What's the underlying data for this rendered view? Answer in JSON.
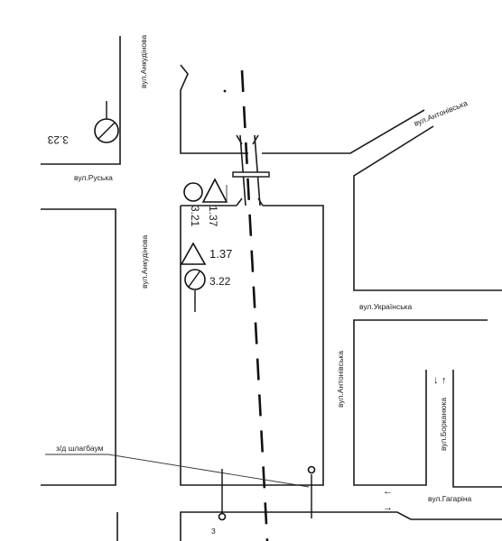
{
  "streets": {
    "ankudinova_top": "вул.Анкудінова",
    "ruska": "вул.Руська",
    "ankudinova": "вул.Анкудінова",
    "antonivska_top": "вул.Антонівська",
    "ukrainska": "вул.Українська",
    "antonivska": "вул.Антонівська",
    "borkanyuka": "вул.Борканюка",
    "gagarina": "вул.Гагаріна"
  },
  "signs": {
    "s323": "3.23",
    "s321": "3.21",
    "s137a": "1.37",
    "s137b": "1.37",
    "s322": "3.22"
  },
  "barrier": "з/д шлагбаум",
  "arrows": {
    "down": "↓",
    "up": "↑",
    "left": "←",
    "right": "→"
  },
  "small_mark": "3"
}
